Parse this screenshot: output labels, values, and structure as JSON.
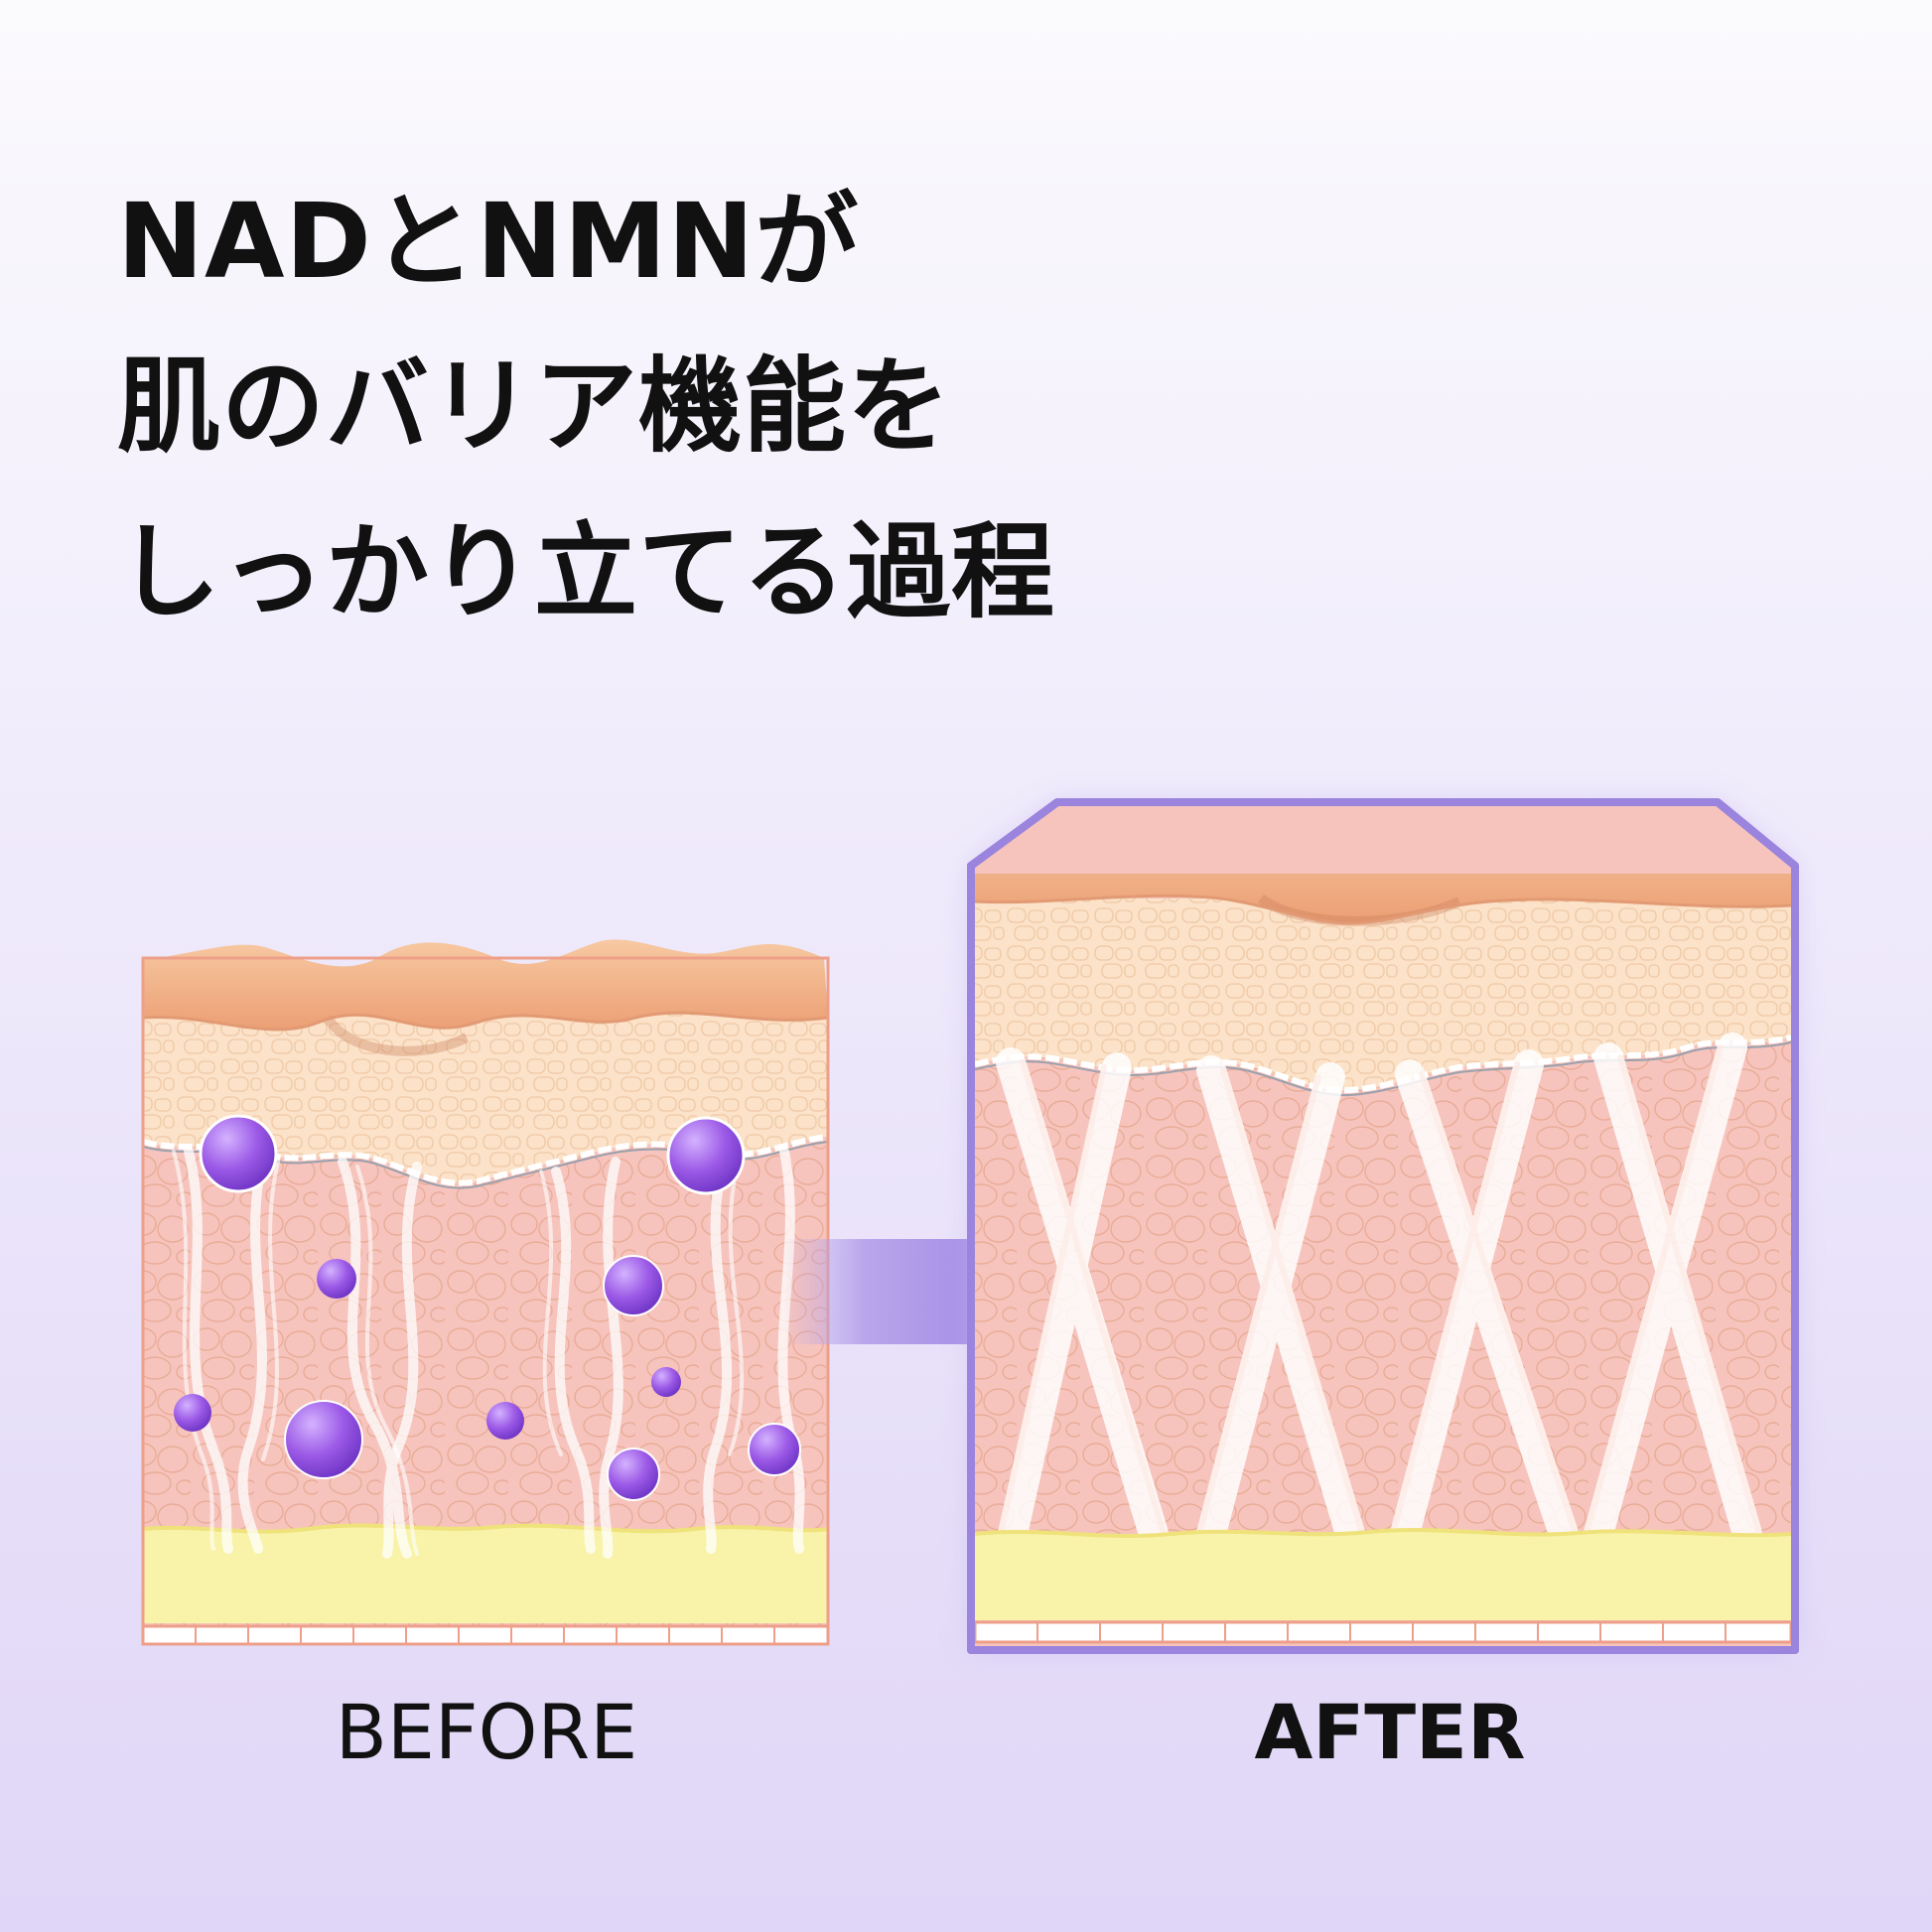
{
  "headline": {
    "line1": "NADとNMNが",
    "line2": "肌のバリア機能を",
    "line3": "しっかり立てる過程"
  },
  "panels": {
    "before": {
      "label": "BEFORE"
    },
    "after": {
      "label": "AFTER"
    }
  },
  "colors": {
    "surface": "#f3b98f",
    "epidermis": "#fbe2c8",
    "dermis": "#f6c4bd",
    "fat_layer": "#f8f3a9",
    "molecule": "#9b59e6",
    "arrow": "#a58ee6",
    "after_frame": "#9a84dd",
    "text": "#111111"
  },
  "icons": [
    "molecule-dot",
    "arrow-right-icon",
    "collagen-fiber"
  ]
}
